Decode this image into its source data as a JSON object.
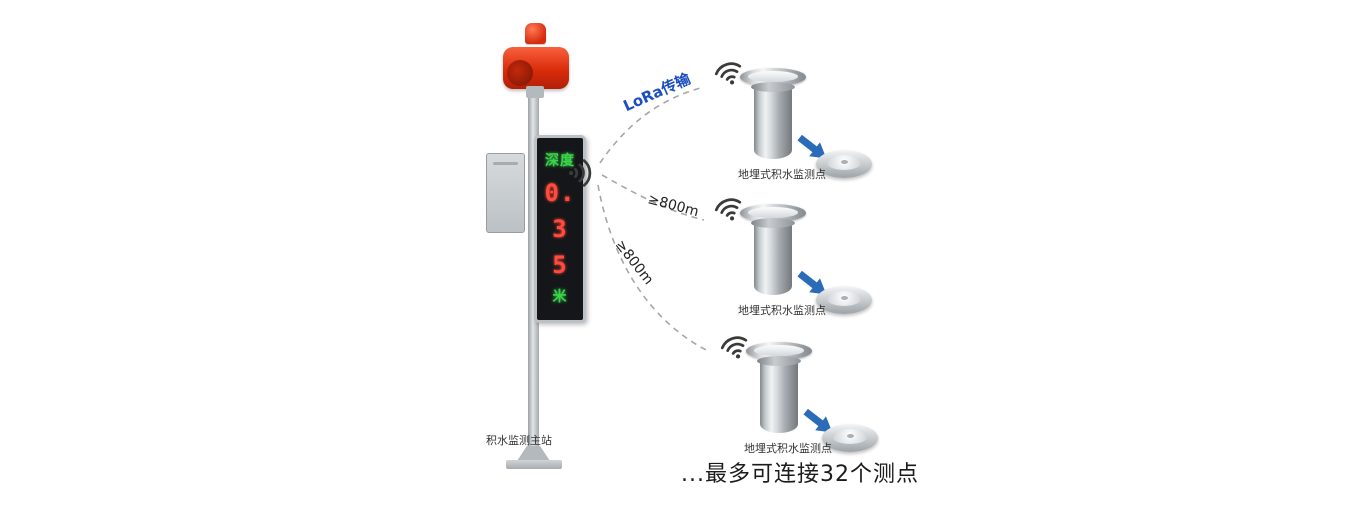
{
  "diagram": {
    "main_station": {
      "label": "积水监测主站",
      "display": {
        "lines": [
          {
            "text": "深度",
            "color": "#3ad34a"
          },
          {
            "text": "0.",
            "color": "#ff4a3d"
          },
          {
            "text": "3",
            "color": "#ff4a3d"
          },
          {
            "text": "5",
            "color": "#ff4a3d"
          },
          {
            "text": "米",
            "color": "#3ad34a"
          }
        ]
      }
    },
    "links": [
      {
        "label": "LoRa传输",
        "color": "#1d4ec2"
      },
      {
        "label": "≥800m",
        "color": "#222222"
      },
      {
        "label": "≥800m",
        "color": "#222222"
      }
    ],
    "monitoring_points": [
      {
        "label": "地埋式积水监测点"
      },
      {
        "label": "地埋式积水监测点"
      },
      {
        "label": "地埋式积水监测点"
      }
    ],
    "footer": "...最多可连接32个测点",
    "colors": {
      "arrow": "#2b6cb8",
      "dash": "#a3a8ad"
    }
  }
}
